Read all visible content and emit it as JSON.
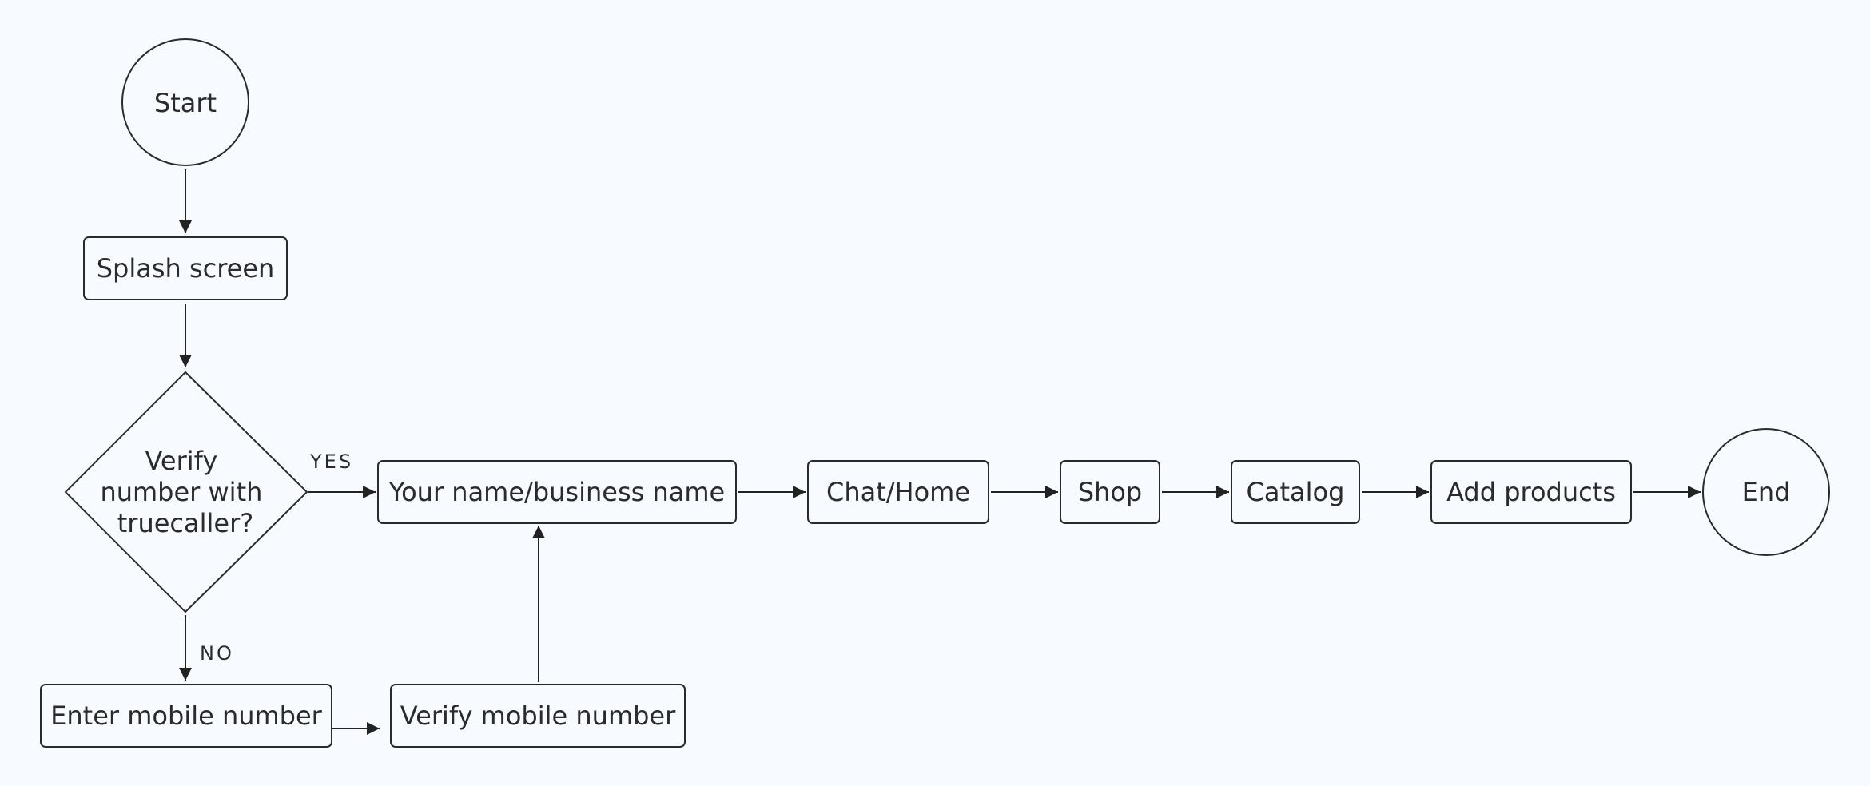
{
  "diagram": {
    "nodes": {
      "start": "Start",
      "splash": "Splash screen",
      "decision": [
        "Verify",
        "number with",
        "truecaller?"
      ],
      "enter_mobile": "Enter mobile number",
      "verify_mobile": "Verify mobile number",
      "your_name": "Your name/business name",
      "chat_home": "Chat/Home",
      "shop": "Shop",
      "catalog": "Catalog",
      "add_products": "Add products",
      "end": "End"
    },
    "edge_labels": {
      "yes": "YES",
      "no": "NO"
    }
  }
}
